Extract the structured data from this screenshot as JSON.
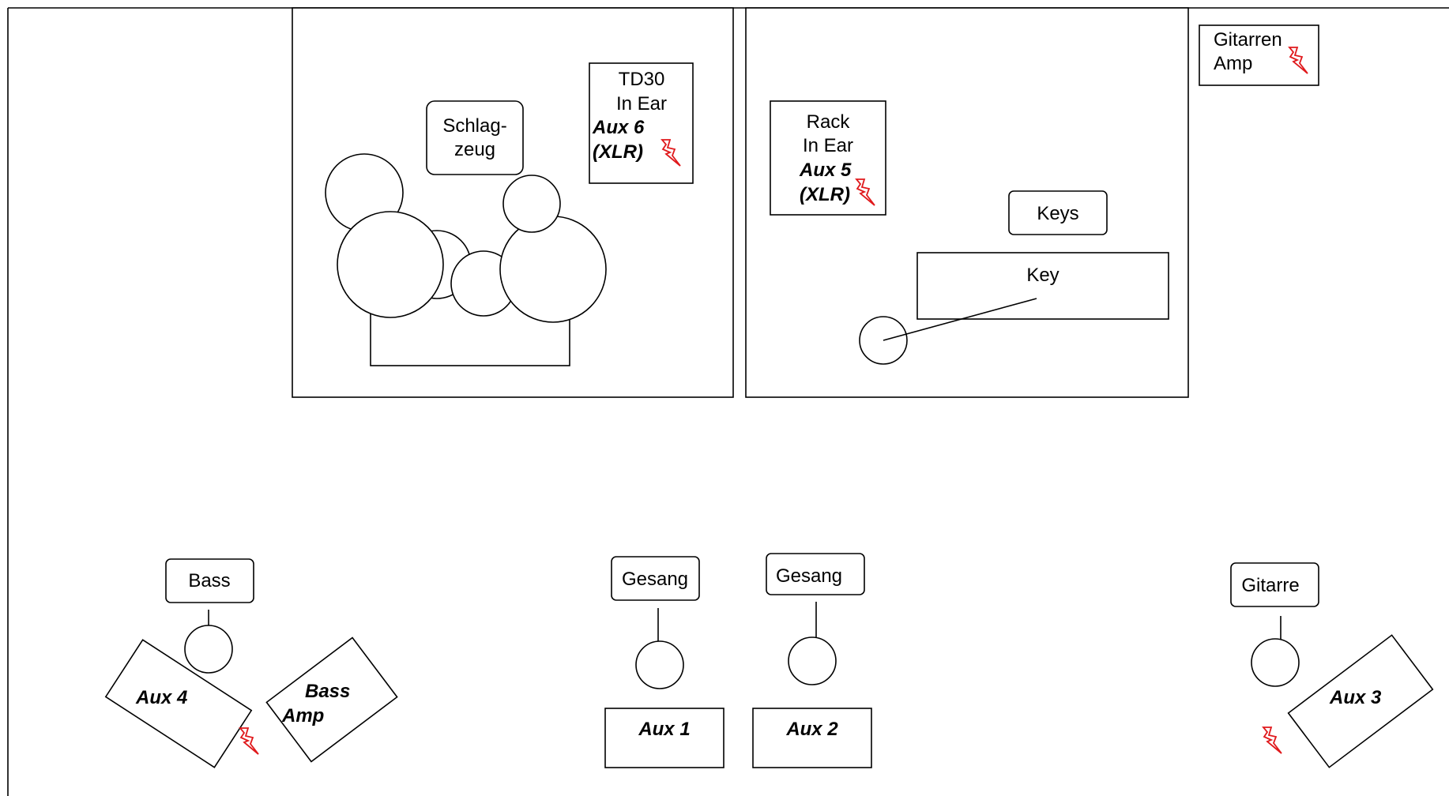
{
  "drum_riser": {
    "label_line1": "Schlag-",
    "label_line2": "zeug",
    "td30_line1": "TD30",
    "td30_line2": "In Ear",
    "td30_aux": "Aux 6",
    "td30_conn": "(XLR)"
  },
  "keys_riser": {
    "rack_line1": "Rack",
    "rack_line2": "In Ear",
    "rack_aux": "Aux 5",
    "rack_conn": "(XLR)",
    "keys_label": "Keys",
    "keyboard_label": "Key"
  },
  "guitar_amp": {
    "line1": "Gitarren",
    "line2": "Amp"
  },
  "bass": {
    "label": "Bass",
    "monitor": "Aux 4",
    "amp_line1": "Bass",
    "amp_line2": "Amp"
  },
  "vocals": [
    {
      "label": "Gesang",
      "monitor": "Aux 1"
    },
    {
      "label": "Gesang",
      "monitor": "Aux 2"
    }
  ],
  "guitar": {
    "label": "Gitarre",
    "monitor": "Aux 3"
  },
  "colors": {
    "outline": "#000000",
    "power_bolt": "#e0191c"
  },
  "icons": [
    "power-bolt-icon"
  ]
}
